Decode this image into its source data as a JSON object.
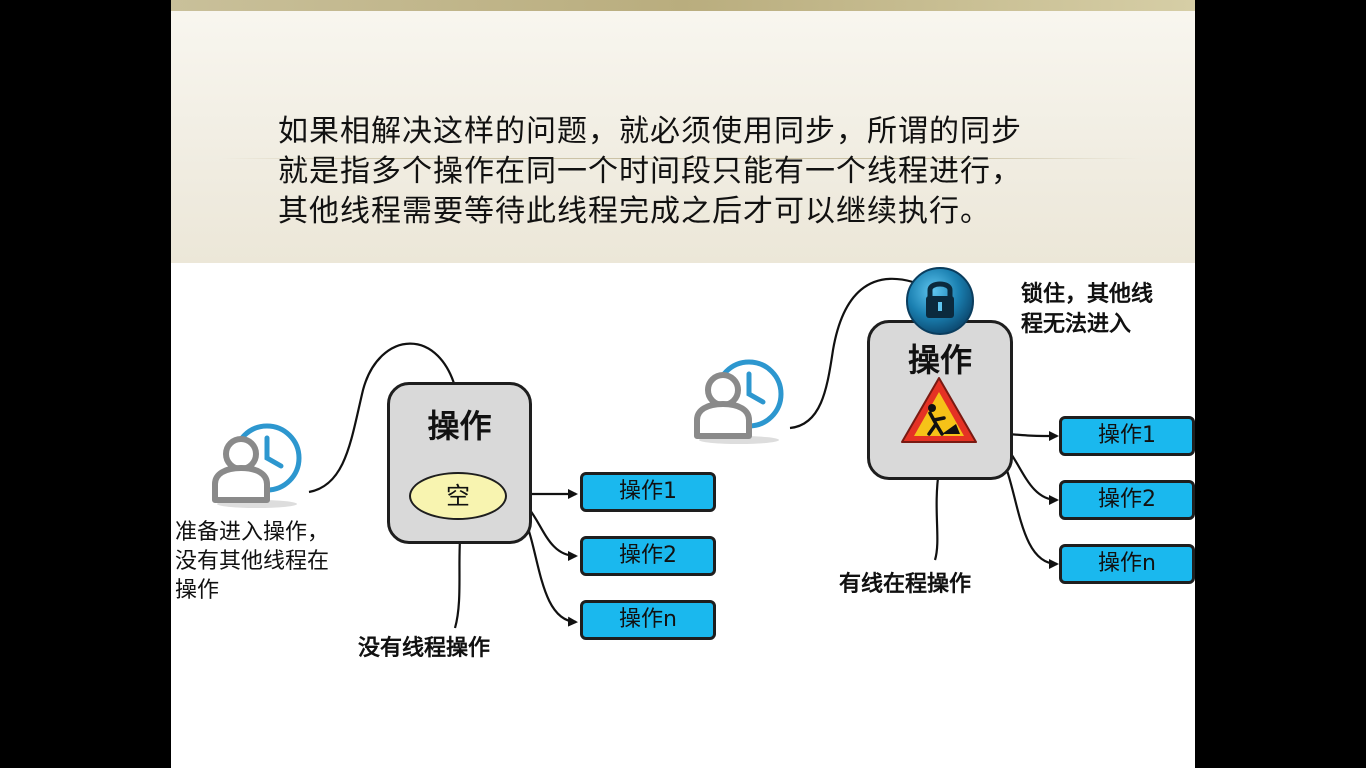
{
  "intro": {
    "line1": "如果相解决这样的问题，就必须使用同步，所谓的同步",
    "line2": "就是指多个操作在同一个时间段只能有一个线程进行，",
    "line3": "其他线程需要等待此线程完成之后才可以继续执行。"
  },
  "left": {
    "user_label_line1": "准备进入操作，",
    "user_label_line2": "没有其他线程在",
    "user_label_line3": "操作",
    "node_title": "操作",
    "empty_label": "空",
    "bottom_label": "没有线程操作",
    "ops": [
      "操作1",
      "操作2",
      "操作n"
    ]
  },
  "right": {
    "lock_label_line1": "锁住，其他线",
    "lock_label_line2": "程无法进入",
    "node_title": "操作",
    "bottom_label": "有线在程操作",
    "ops": [
      "操作1",
      "操作2",
      "操作n"
    ]
  },
  "icons": {
    "user_clock": "user-clock-icon",
    "lock": "lock-icon",
    "warning": "road-work-warning-icon"
  },
  "colors": {
    "op_box": "#1ab8ee",
    "node": "#d9d9d9",
    "empty": "#f8f4b0",
    "lock": "#1a7fb0",
    "warning": "#e53224"
  }
}
